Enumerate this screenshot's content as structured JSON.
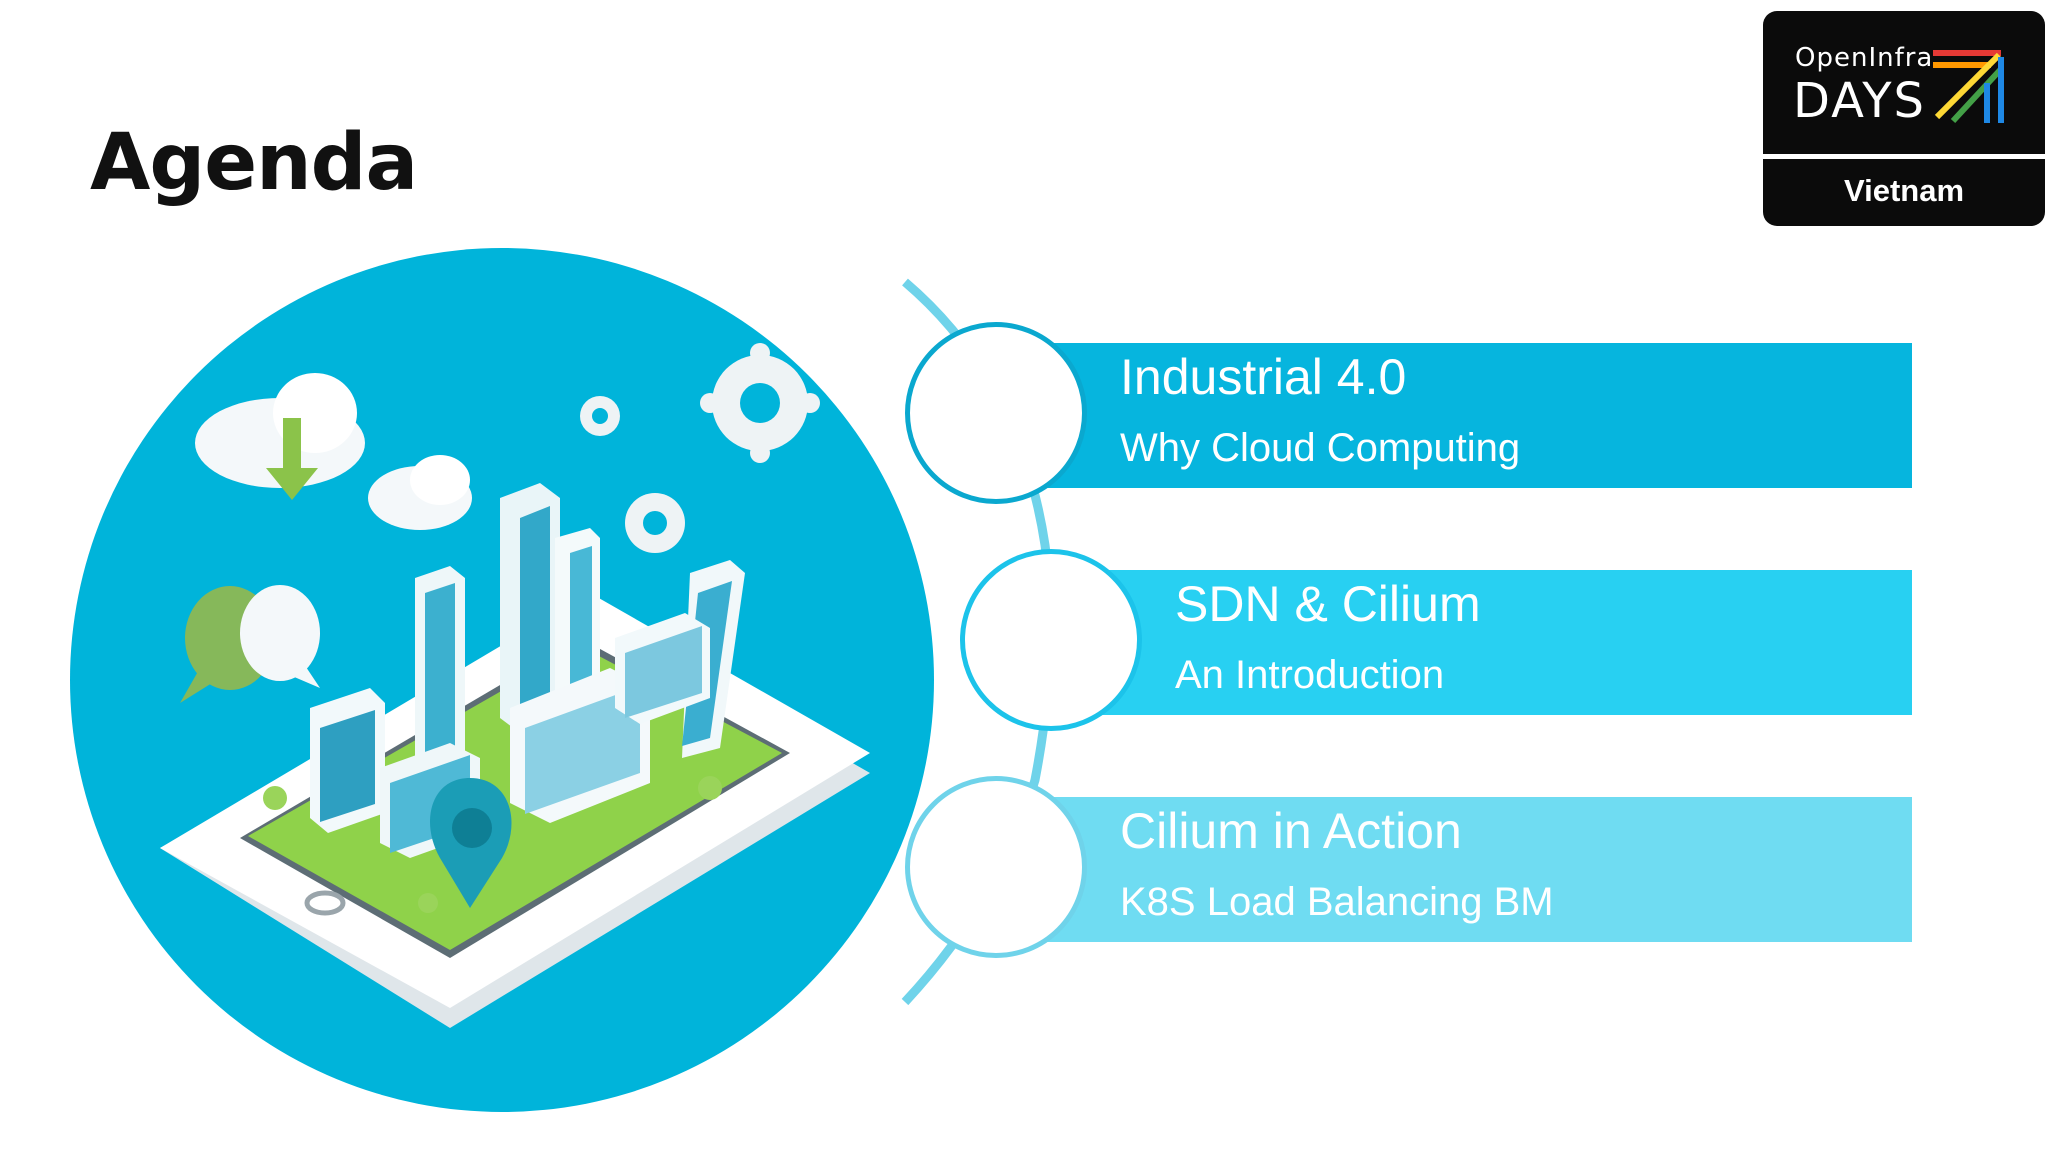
{
  "slide": {
    "title": "Agenda"
  },
  "logo": {
    "top_text": "OpenInfra",
    "main_text": "DAYS",
    "region": "Vietnam"
  },
  "agenda": {
    "items": [
      {
        "title": "Industrial 4.0",
        "subtitle": "Why Cloud Computing",
        "color": "#06b5de"
      },
      {
        "title": "SDN & Cilium",
        "subtitle": "An Introduction",
        "color": "#28d0f2"
      },
      {
        "title": "Cilium in Action",
        "subtitle": "K8S Load Balancing BM",
        "color": "#6fdcf2"
      }
    ]
  },
  "colors": {
    "circle": "#00b4da",
    "connector": "#6fd3ea"
  }
}
